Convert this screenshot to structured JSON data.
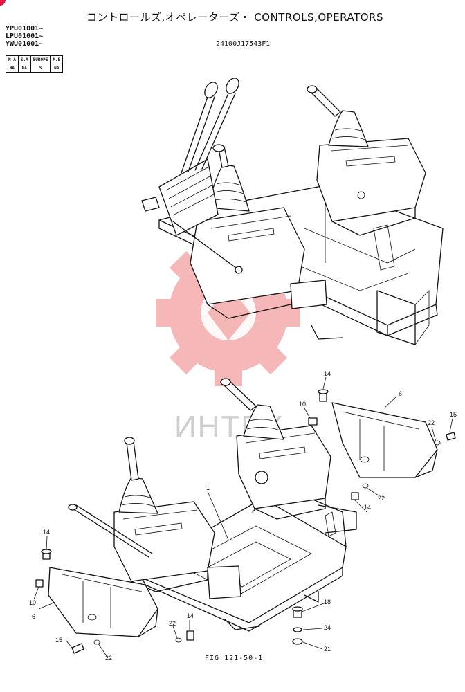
{
  "title": "コントロールズ,オペレーターズ・ CONTROLS,OPERATORS",
  "serials": [
    "YPU01001~",
    "LPU01001~",
    "YWU01001~"
  ],
  "part_number": "24100J17543F1",
  "region_table": {
    "headers": [
      "N.A",
      "S.A",
      "EUROPE",
      "M.E"
    ],
    "values": [
      "NA",
      "NA",
      "S",
      "NA"
    ]
  },
  "watermark": "ИНТЕХ",
  "callouts": {
    "c1": "1",
    "c6a": "6",
    "c6b": "6",
    "c10a": "10",
    "c10b": "10",
    "c14a": "14",
    "c14b": "14",
    "c14c": "14",
    "c14d": "14",
    "c15a": "15",
    "c15b": "15",
    "c18": "18",
    "c21": "21",
    "c22a": "22",
    "c22b": "22",
    "c22c": "22",
    "c22d": "22",
    "c24": "24"
  },
  "figure_label": "FIG 121-50-1",
  "colors": {
    "watermark": "#f2a0a0",
    "ink": "#111111",
    "corner_mark": "#e0143c"
  }
}
